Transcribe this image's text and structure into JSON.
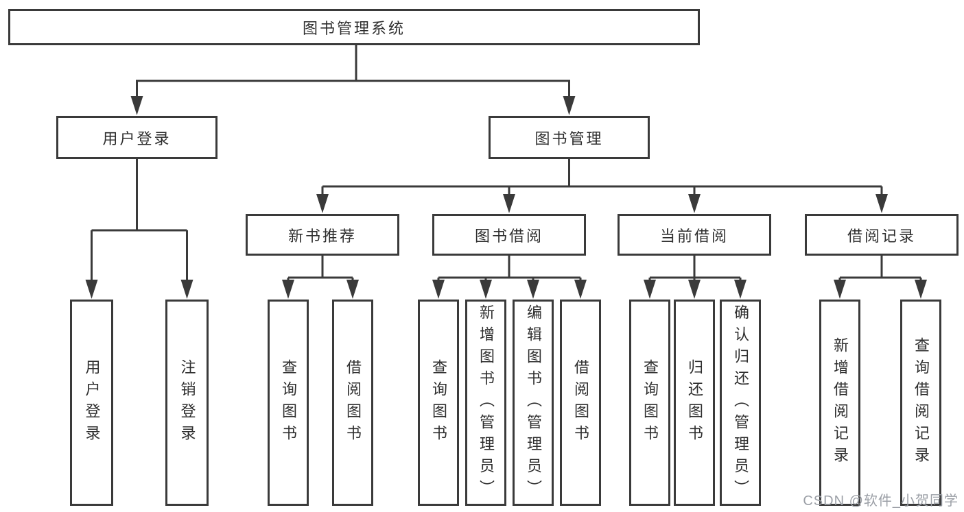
{
  "colors": {
    "line": "#3a3a3a",
    "box_border": "#3a3a3a",
    "box_fill": "#ffffff",
    "text": "#2e2e2e",
    "watermark": "#9b9fa6",
    "background": "#ffffff"
  },
  "diagram_type": "hierarchy-tree",
  "root": {
    "label": "图书管理系统"
  },
  "level2": [
    {
      "label": "用户登录",
      "leaves": [
        {
          "label": "用户登录"
        },
        {
          "label": "注销登录"
        }
      ]
    },
    {
      "label": "图书管理",
      "groups": [
        {
          "label": "新书推荐",
          "leaves": [
            {
              "label": "查询图书"
            },
            {
              "label": "借阅图书"
            }
          ]
        },
        {
          "label": "图书借阅",
          "leaves": [
            {
              "label": "查询图书"
            },
            {
              "label": "新增图书（管理员）"
            },
            {
              "label": "编辑图书（管理员）"
            },
            {
              "label": "借阅图书"
            }
          ]
        },
        {
          "label": "当前借阅",
          "leaves": [
            {
              "label": "查询图书"
            },
            {
              "label": "归还图书"
            },
            {
              "label": "确认归还（管理员）"
            }
          ]
        },
        {
          "label": "借阅记录",
          "leaves": [
            {
              "label": "新增借阅记录"
            },
            {
              "label": "查询借阅记录"
            }
          ]
        }
      ]
    }
  ],
  "watermark": "CSDN @软件_小贺同学"
}
